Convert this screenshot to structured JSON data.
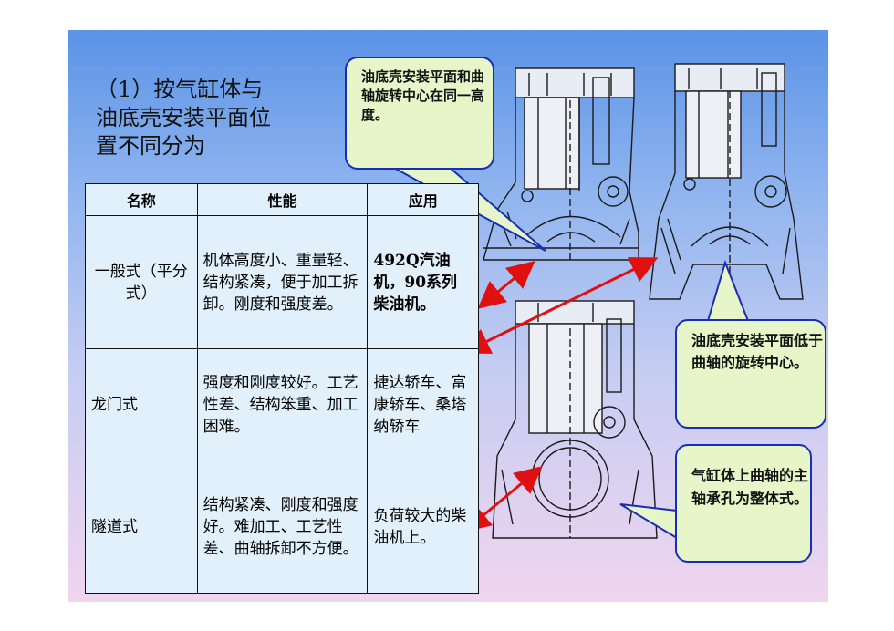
{
  "heading": {
    "line1": "（1）按气缸体与",
    "line2": "油底壳安装平面位",
    "line3": "置不同分为"
  },
  "table": {
    "headers": [
      "名称",
      "性能",
      "应用"
    ],
    "rows": [
      {
        "name": "一般式（平分式）",
        "performance": "机体高度小、重量轻、结构紧凑，便于加工拆卸。刚度和强度差。",
        "application": "492Q汽油机，90系列柴油机。"
      },
      {
        "name": "龙门式",
        "performance": "强度和刚度较好。工艺性差、结构笨重、加工困难。",
        "application": "捷达轿车、富康轿车、桑塔纳轿车"
      },
      {
        "name": "隧道式",
        "performance": "结构紧凑、刚度和强度好。难加工、工艺性差、曲轴拆卸不方便。",
        "application": "负荷较大的柴油机上。"
      }
    ]
  },
  "callouts": {
    "top": "油底壳安装平面和曲轴旋转中心在同一高度。",
    "right": "油底壳安装平面低于曲轴的旋转中心。",
    "bottom": "气缸体上曲轴的主轴承孔为整体式。"
  },
  "colors": {
    "callout_border": "#1a2db5",
    "callout_fill": "#e6f6c8",
    "arrow": "#e01010",
    "table_fill": "#e2f0fb"
  }
}
